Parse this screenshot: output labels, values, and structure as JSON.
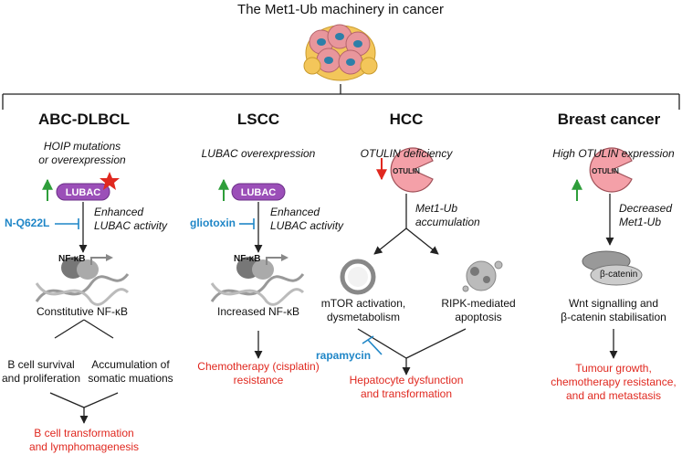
{
  "title": "The Met1-Ub machinery in cancer",
  "columns": [
    {
      "heading": "ABC-DLBCL",
      "condition": [
        "HOIP mutations",
        "or overexpression"
      ],
      "protein": "LUBAC",
      "inhibitor": "N-Q622L",
      "effect": [
        "Enhanced",
        "LUBAC activity"
      ],
      "complex": "NF-κB",
      "outcome": "Constitutive NF-κB",
      "branch_left": [
        "B cell survival",
        "and proliferation"
      ],
      "branch_right": [
        "Accumulation of",
        "somatic muations"
      ],
      "result": [
        "B cell transformation",
        "and lymphomagenesis"
      ]
    },
    {
      "heading": "LSCC",
      "condition": [
        "LUBAC overexpression"
      ],
      "protein": "LUBAC",
      "inhibitor": "gliotoxin",
      "effect": [
        "Enhanced",
        "LUBAC activity"
      ],
      "complex": "NF-κB",
      "outcome": "Increased NF-κB",
      "result": [
        "Chemotherapy (cisplatin)",
        "resistance"
      ]
    },
    {
      "heading": "HCC",
      "condition": [
        "OTULIN deficiency"
      ],
      "protein": "OTULIN",
      "effect": [
        "Met1-Ub",
        "accumulation"
      ],
      "branch_left": [
        "mTOR activation,",
        "dysmetabolism"
      ],
      "branch_right": [
        "RIPK-mediated",
        "apoptosis"
      ],
      "inhibitor": "rapamycin",
      "result": [
        "Hepatocyte dysfunction",
        "and transformation"
      ]
    },
    {
      "heading": "Breast cancer",
      "condition": [
        "High OTULIN expression"
      ],
      "protein": "OTULIN",
      "effect": [
        "Decreased",
        "Met1-Ub"
      ],
      "complex": "β-catenin",
      "outcome": [
        "Wnt signalling and",
        "β-catenin stabilisation"
      ],
      "result": [
        "Tumour growth,",
        "chemotherapy resistance,",
        "and and metastasis"
      ]
    }
  ],
  "colors": {
    "red": "#e0281f",
    "blue": "#1f86c7",
    "green": "#2e9e3a",
    "lubac": "#9b4fb8",
    "otulin": "#f4a0a8"
  }
}
